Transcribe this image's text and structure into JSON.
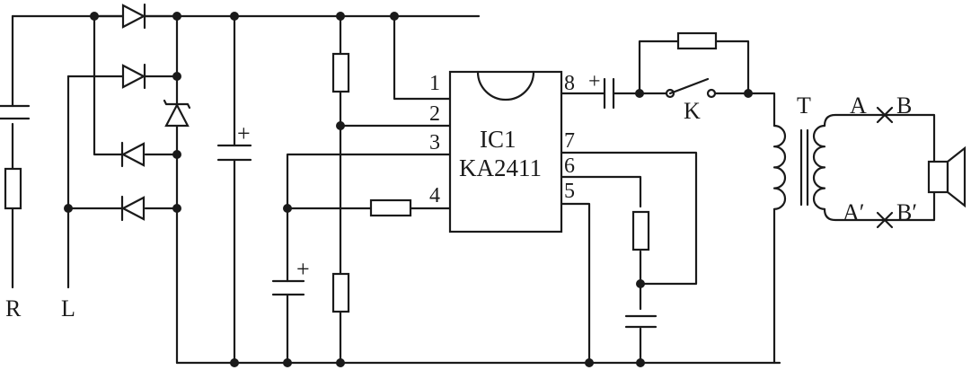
{
  "ic": {
    "name": "IC1",
    "part": "KA2411"
  },
  "pins": [
    "1",
    "2",
    "3",
    "4",
    "5",
    "6",
    "7",
    "8"
  ],
  "labels": {
    "input_r": "R",
    "input_l": "L",
    "switch": "K",
    "transformer": "T",
    "node_a": "A",
    "node_b": "B",
    "node_a2": "A′",
    "node_b2": "B′"
  },
  "polarity": "+"
}
